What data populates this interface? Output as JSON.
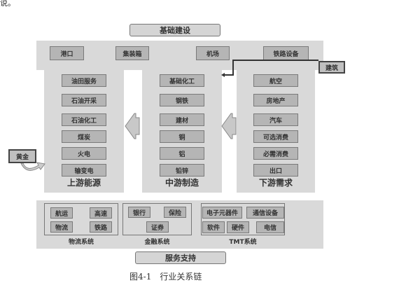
{
  "header_fragment": "说。",
  "infrastructure": {
    "title": "基础建设",
    "items": [
      "港口",
      "集装箱",
      "机场",
      "铁路设备"
    ]
  },
  "columns": [
    {
      "label": "上游能源",
      "items": [
        "油田服务",
        "石油开采",
        "石油化工",
        "煤炭",
        "火电",
        "输变电"
      ]
    },
    {
      "label": "中游制造",
      "items": [
        "基础化工",
        "钢铁",
        "建材",
        "铜",
        "铝",
        "铅锌"
      ]
    },
    {
      "label": "下游需求",
      "items": [
        "航空",
        "房地产",
        "汽车",
        "可选消费",
        "必需消费",
        "出口"
      ]
    }
  ],
  "external": {
    "construction": "建筑",
    "gold": "黄金"
  },
  "services": {
    "title": "服务支持",
    "groups": [
      {
        "label": "物流系统",
        "items": [
          "航运",
          "高速",
          "物流",
          "铁路"
        ]
      },
      {
        "label": "金融系统",
        "items": [
          "银行",
          "保险",
          "证券"
        ]
      },
      {
        "label": "TMT系统",
        "items": [
          "电子元器件",
          "通信设备",
          "软件",
          "硬件",
          "电信"
        ]
      }
    ]
  },
  "caption": "图4-1　行业关系链"
}
